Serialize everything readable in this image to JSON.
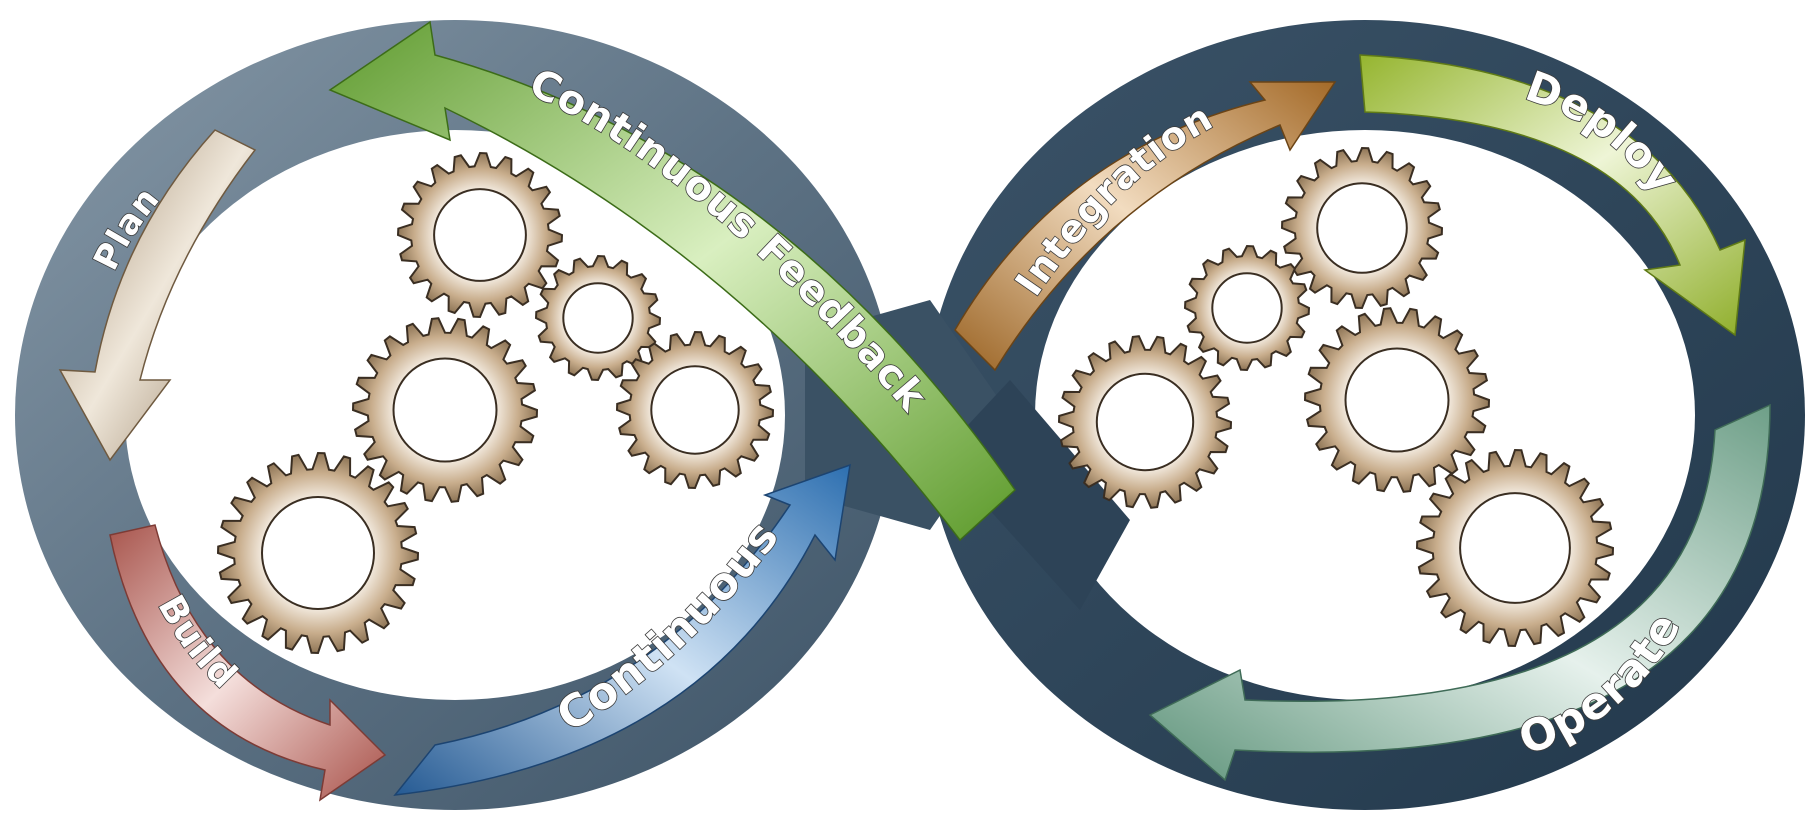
{
  "labels": {
    "plan": "Plan",
    "build": "Build",
    "continuous_left": "Continuous",
    "continuous_feedback": "Continuous Feedback",
    "integration": "Integration",
    "deploy": "Deploy",
    "operate": "Operate"
  },
  "colors": {
    "loop_left": "#5d7284",
    "loop_right": "#2d4357",
    "gear": "#a88e6e",
    "plan": "#a89376",
    "build": "#b86b64",
    "continuous": "#2f6ea8",
    "feedback": "#5f9b2f",
    "integration": "#a36d2c",
    "deploy": "#95b52f",
    "operate": "#6e9f88"
  },
  "icons": [
    "gear-icon"
  ]
}
